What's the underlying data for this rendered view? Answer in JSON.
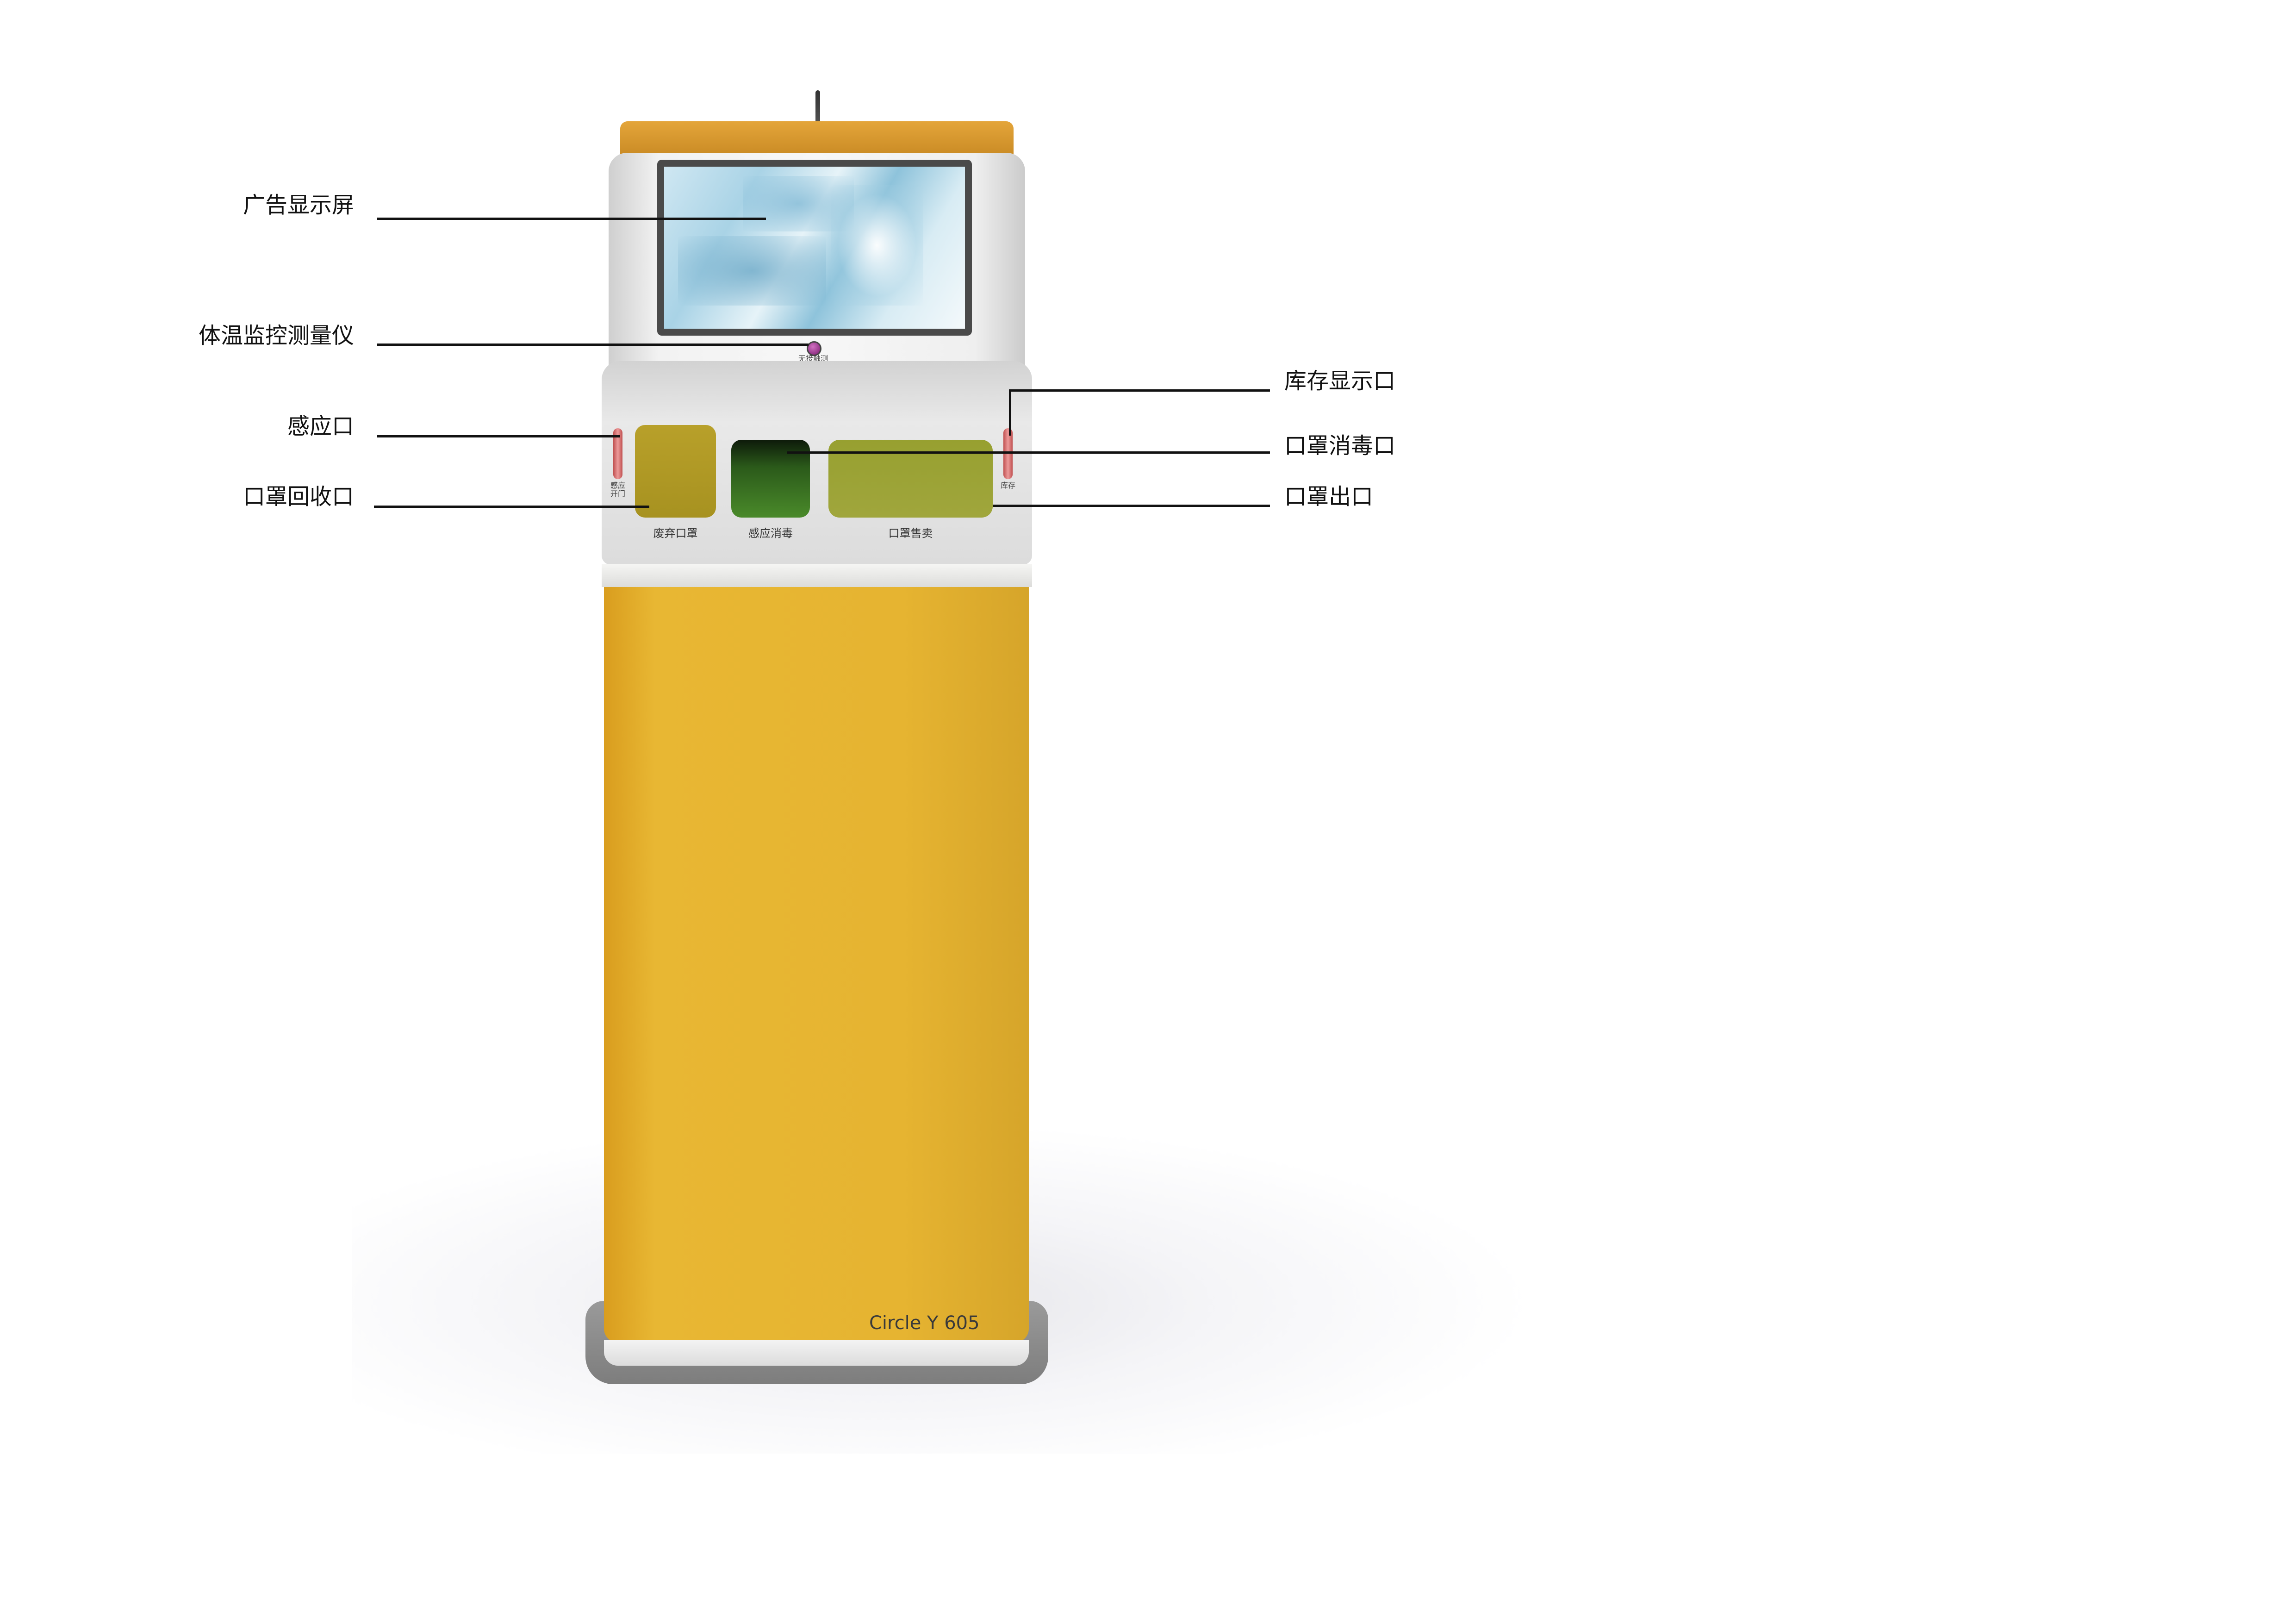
{
  "annotations": {
    "ad_screen": "广告显示屏",
    "temp_monitor": "体温监控测量仪",
    "sensor_port": "感应口",
    "mask_recycle": "口罩回收口",
    "stock_display": "库存显示口",
    "mask_disinfect": "口罩消毒口",
    "mask_outlet": "口罩出口"
  },
  "kiosk": {
    "sensor_caption": "无接触测温",
    "left_led_label": "感应开门",
    "right_led_label": "库存",
    "bins": [
      "废弃口罩",
      "感应消毒",
      "口罩售卖"
    ],
    "brand": "Circle Y 605"
  },
  "colors": {
    "body": "#e6b431",
    "cap": "#d49530",
    "panel": "#e8e8e8"
  }
}
